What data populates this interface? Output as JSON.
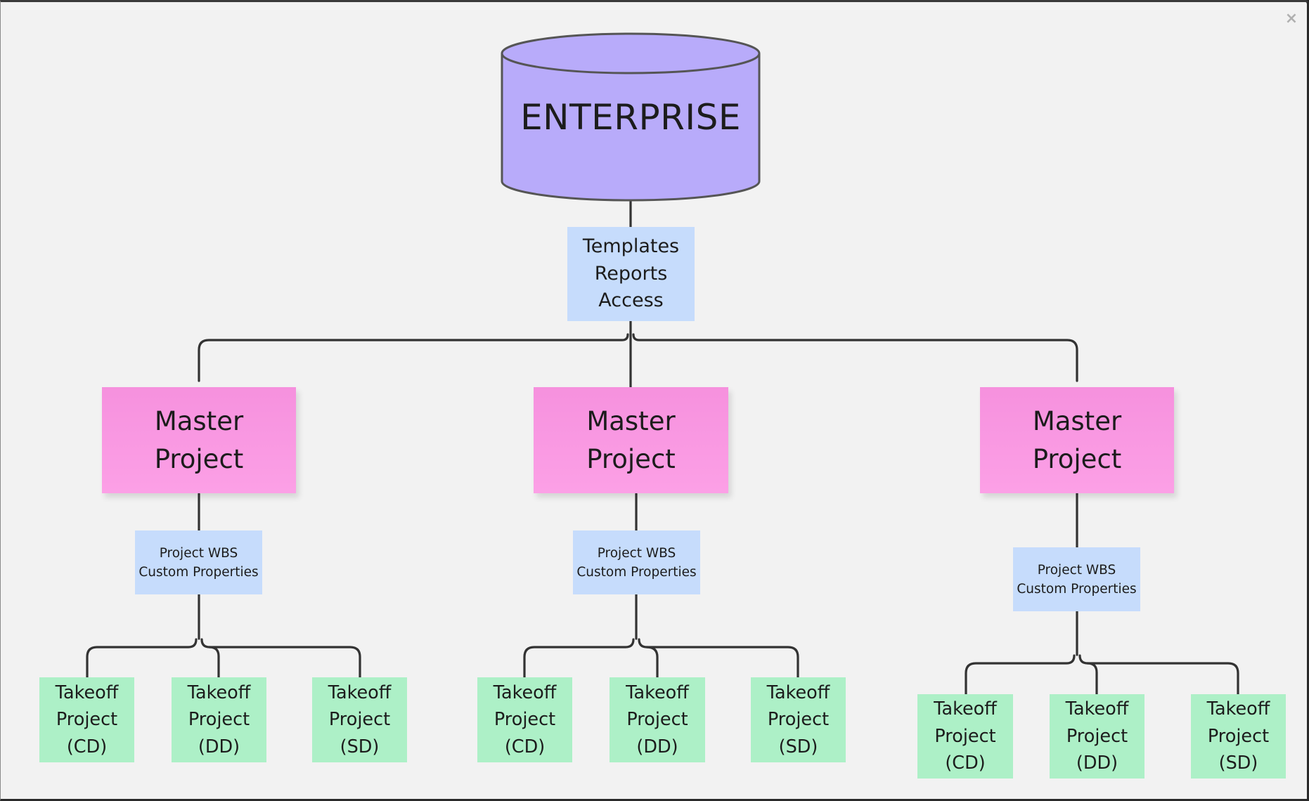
{
  "window": {
    "close_icon": "close-icon",
    "close_glyph": "×"
  },
  "diagram": {
    "root": {
      "label": "ENTERPRISE",
      "shape": "database-cylinder",
      "fill": "#b8abfa"
    },
    "root_details": {
      "label": "Templates\nReports\nAccess",
      "lines": [
        "Templates",
        "Reports",
        "Access"
      ],
      "fill": "#c6dcfc"
    },
    "masters": [
      {
        "label": "Master\nProject",
        "details": "Project WBS\nCustom Properties",
        "takeoffs": [
          "Takeoff\nProject\n(CD)",
          "Takeoff\nProject\n(DD)",
          "Takeoff\nProject\n(SD)"
        ]
      },
      {
        "label": "Master\nProject",
        "details": "Project WBS\nCustom Properties",
        "takeoffs": [
          "Takeoff\nProject\n(CD)",
          "Takeoff\nProject\n(DD)",
          "Takeoff\nProject\n(SD)"
        ]
      },
      {
        "label": "Master\nProject",
        "details": "Project WBS\nCustom Properties",
        "takeoffs": [
          "Takeoff\nProject\n(CD)",
          "Takeoff\nProject\n(DD)",
          "Takeoff\nProject\n(SD)"
        ]
      }
    ],
    "colors": {
      "background": "#f2f2f2",
      "master_fill": "#f898e0",
      "details_fill": "#c6dcfc",
      "takeoff_fill": "#adf0c7",
      "connector": "#333333",
      "outline": "#555555"
    }
  }
}
